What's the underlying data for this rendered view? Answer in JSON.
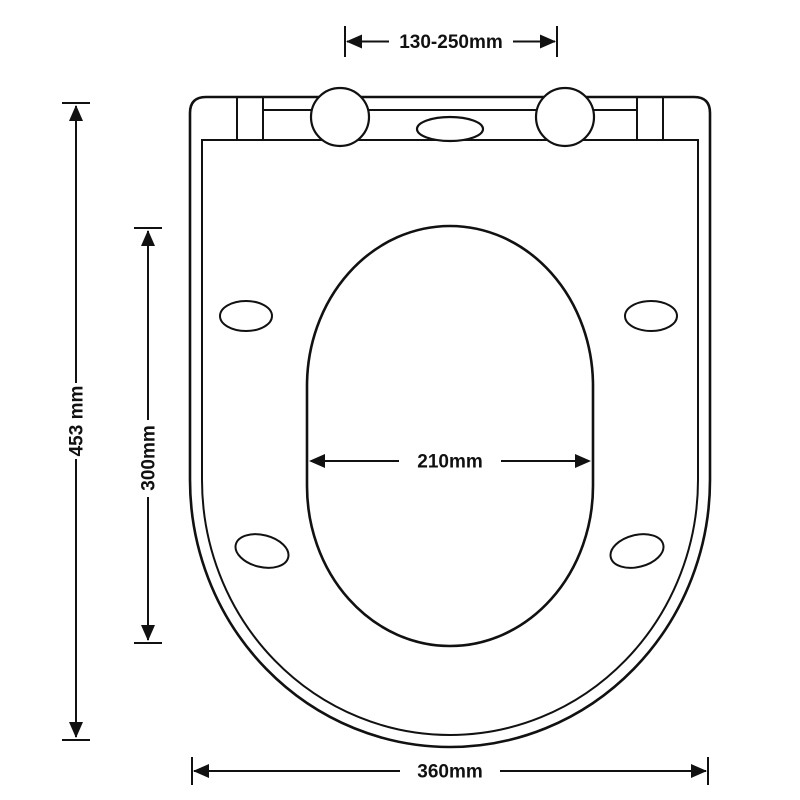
{
  "diagram": {
    "colors": {
      "line": "#111111",
      "background": "#ffffff"
    },
    "labels": {
      "hinge_spacing": "130-250mm",
      "overall_length": "453 mm",
      "inner_cutout_length": "300mm",
      "inner_cutout_width": "210mm",
      "overall_width": "360mm"
    }
  }
}
